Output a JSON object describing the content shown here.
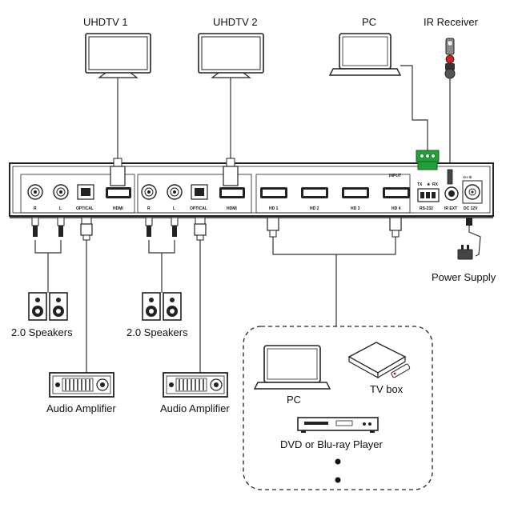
{
  "labels": {
    "tv1": "UHDTV 1",
    "tv2": "UHDTV 2",
    "pc_top": "PC",
    "ir_receiver": "IR Receiver",
    "power_supply": "Power Supply",
    "speakers_1": "2.0 Speakers",
    "speakers_2": "2.0 Speakers",
    "amp_1": "Audio Amplifier",
    "amp_2": "Audio Amplifier",
    "pc_source": "PC",
    "tv_box": "TV box",
    "dvd": "DVD or Blu-ray Player"
  },
  "panel": {
    "out1": {
      "r": "R",
      "l": "L",
      "optical": "OPTICAL",
      "hdmi": "HDMI"
    },
    "out2": {
      "r": "R",
      "l": "L",
      "optical": "OPTICAL",
      "hdmi": "HDMI"
    },
    "input_header": "INPUT",
    "inputs": [
      "HD 1",
      "HD 2",
      "HD 3",
      "HD 4"
    ],
    "rs232_tx": "TX",
    "rs232_rx": "RX",
    "rs232": "RS-232",
    "ir_ext": "IR EXT",
    "dc": "DC 12V"
  },
  "colors": {
    "line": "#333333",
    "terminal_green": "#22a038",
    "ir_red": "#d42020"
  }
}
